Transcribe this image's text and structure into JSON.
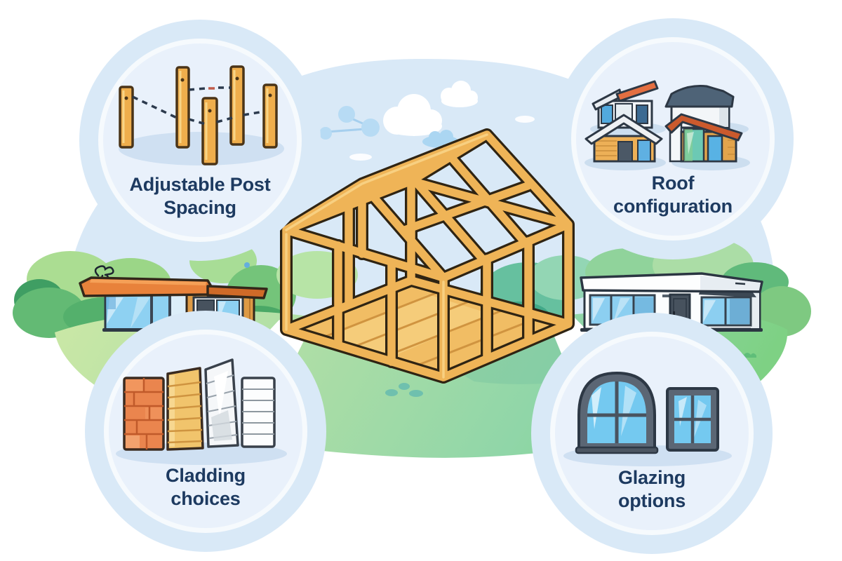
{
  "figure": {
    "kind": "illustrated infographic",
    "subject": "timber frame building with four configuration options",
    "center_illustration": "timber-frame-skeleton on lawn with sky, clouds, bushes, two flat-roof buildings and white paths"
  },
  "callouts": [
    {
      "id": "post-spacing",
      "icon": "adjustable-posts-icon",
      "lines": [
        "Adjustable Post",
        "Spacing"
      ]
    },
    {
      "id": "roof-configuration",
      "icon": "roof-types-icon",
      "lines": [
        "Roof",
        "configuration"
      ]
    },
    {
      "id": "cladding-choices",
      "icon": "cladding-samples-icon",
      "lines": [
        "Cladding",
        "choices"
      ]
    },
    {
      "id": "glazing-options",
      "icon": "windows-icon",
      "lines": [
        "Glazing",
        "options"
      ]
    }
  ],
  "colors": {
    "label_text": "#1d3a60",
    "circle_fill": "#e9f1fb",
    "sky_blob": "#d9e9f7",
    "cloud_blue": "#b7dbf4",
    "grass_light": "#cbe8a6",
    "grass_green": "#7ed184",
    "timber": "#efb457",
    "timber_outline": "#2f2413",
    "fascia_orange": "#e8823b",
    "roof_red": "#d85a32",
    "roof_navy": "#4e6377",
    "glass_blue": "#74c9f0",
    "window_frame": "#5b6674",
    "brick": "#ea854e",
    "icon_shadow": "#cfe0f2",
    "path_white": "#ffffff"
  }
}
